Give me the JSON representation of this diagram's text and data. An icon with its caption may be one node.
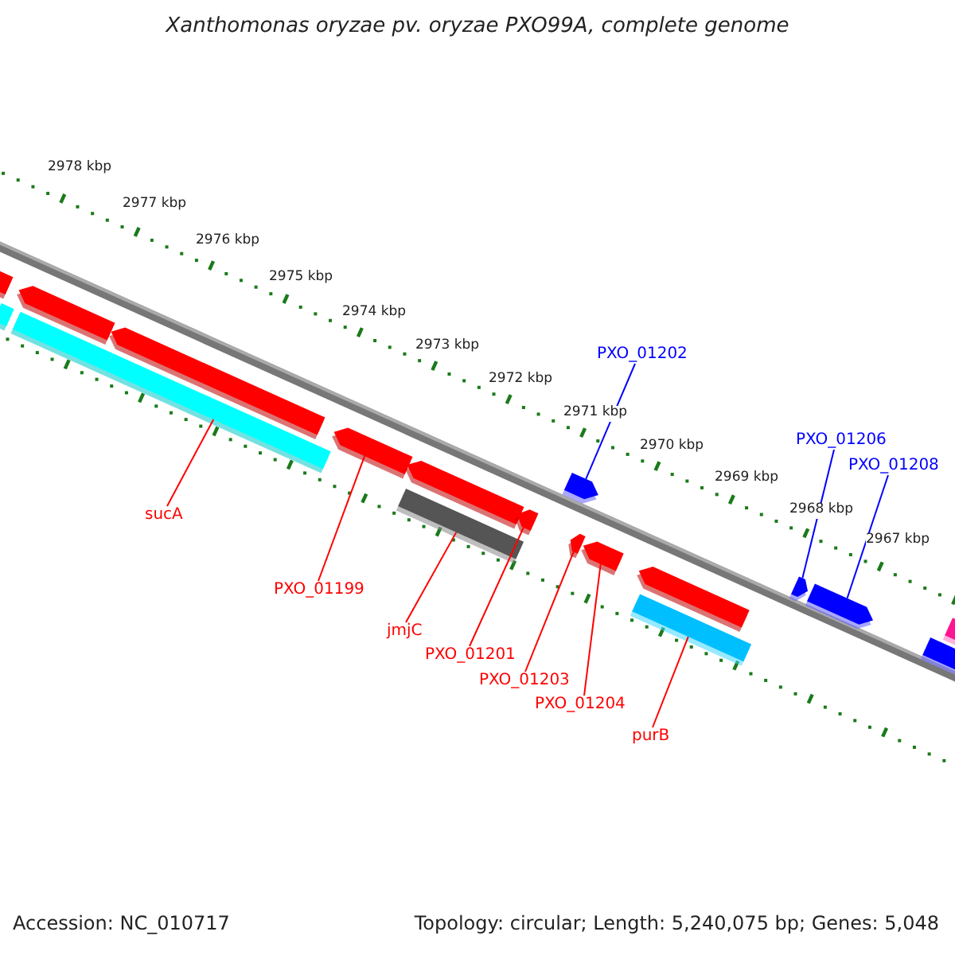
{
  "diagram": {
    "title": "Xanthomonas oryzae pv. oryzae PXO99A, complete genome",
    "nodes": [
      {
        "text": [
          "PXO_01202"
        ]
      },
      {
        "text": [
          "PXO_01206"
        ]
      },
      {
        "text": [
          "PXO_01208"
        ]
      },
      {
        "text": [
          "sucA"
        ]
      },
      {
        "text": [
          "PXO_01199"
        ]
      },
      {
        "text": [
          "jmjC"
        ]
      },
      {
        "text": [
          "PXO_01201"
        ]
      },
      {
        "text": [
          "PXO_01203"
        ]
      },
      {
        "text": [
          "PXO_01204"
        ]
      },
      {
        "text": [
          "purB"
        ]
      },
      {
        "text": [],
        "shape": "arrow"
      },
      {
        "text": [],
        "shape": "bar"
      },
      {
        "text": [],
        "shape": "bar"
      },
      {
        "text": [],
        "shape": "arrow"
      },
      {
        "text": [],
        "shape": "bar"
      },
      {
        "text": [],
        "shape": "arrow"
      },
      {
        "text": [],
        "shape": "arrow"
      },
      {
        "text": [],
        "shape": "bar"
      },
      {
        "text": [],
        "shape": "arrow"
      },
      {
        "text": [],
        "shape": "arrow"
      },
      {
        "text": [],
        "shape": "arrow"
      },
      {
        "text": [],
        "shape": "arrow"
      },
      {
        "text": [],
        "shape": "arrow"
      },
      {
        "text": [],
        "shape": "bar"
      },
      {
        "text": [],
        "shape": "arrow"
      },
      {
        "text": [],
        "shape": "arrow"
      },
      {
        "text": [],
        "shape": "arrow"
      },
      {
        "text": [],
        "shape": "arrow"
      },
      {
        "text": [],
        "shape": "arrow"
      }
    ],
    "edges": [
      {
        "from": 0,
        "to": 20,
        "arrow": "none",
        "color": "#0000ff"
      },
      {
        "from": 1,
        "to": 25,
        "arrow": "none",
        "color": "#0000ff"
      },
      {
        "from": 2,
        "to": 26,
        "arrow": "none",
        "color": "#0000ff"
      },
      {
        "from": 3,
        "to": 14,
        "arrow": "none"
      },
      {
        "from": 4,
        "to": 16,
        "arrow": "none"
      },
      {
        "from": 5,
        "to": 17,
        "arrow": "none"
      },
      {
        "from": 6,
        "to": 19,
        "arrow": "none"
      },
      {
        "from": 7,
        "to": 21,
        "arrow": "none"
      },
      {
        "from": 8,
        "to": 22,
        "arrow": "none"
      },
      {
        "from": 9,
        "to": 23,
        "arrow": "none"
      }
    ],
    "labels": [
      "2978 kbp",
      "2977 kbp",
      "2976 kbp",
      "2975 kbp",
      "2974 kbp",
      "2973 kbp",
      "2972 kbp",
      "2971 kbp",
      "2970 kbp",
      "2969 kbp",
      "2968 kbp",
      "2967 kbp",
      "Accession: NC_010717",
      "Topology: circular; Length: 5,240,075 bp; Genes: 5,048"
    ]
  }
}
